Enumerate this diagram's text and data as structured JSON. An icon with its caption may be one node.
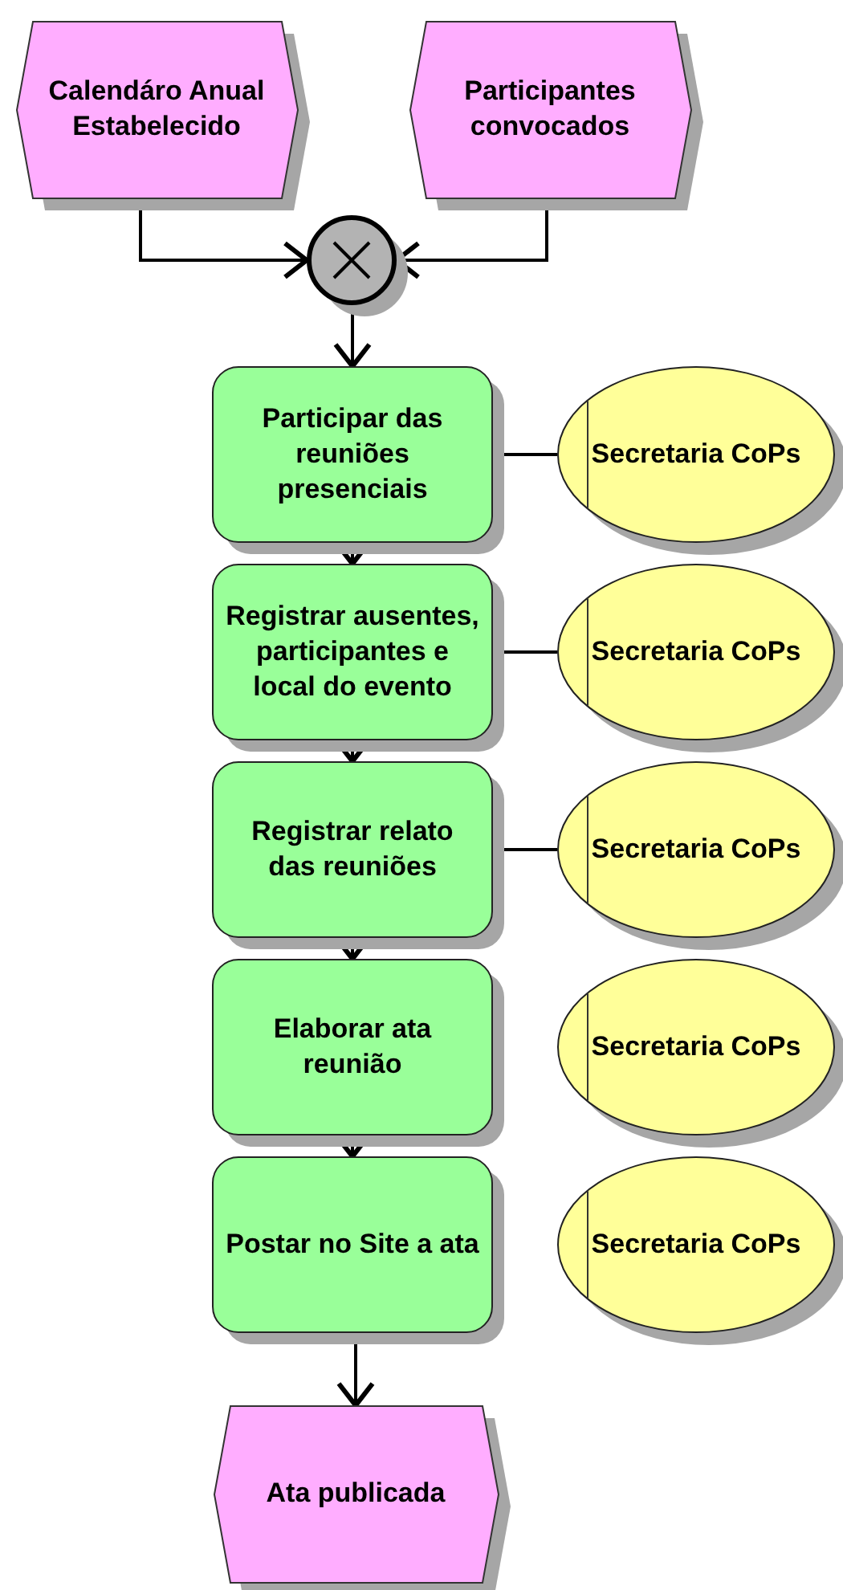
{
  "diagram": {
    "nodes": [
      {
        "text": [
          "Calendáro Anual Estabelecido"
        ]
      },
      {
        "text": [
          "Participantes convocados"
        ]
      },
      {
        "text": [],
        "shape": "circle"
      },
      {
        "text": [
          "Participar das reuniões presenciais"
        ]
      },
      {
        "text": [
          "Secretaria CoPs"
        ]
      },
      {
        "text": [
          "Registrar ausentes, participantes e local do evento"
        ]
      },
      {
        "text": [
          "Secretaria CoPs"
        ]
      },
      {
        "text": [
          "Registrar relato das reuniões"
        ]
      },
      {
        "text": [
          "Secretaria CoPs"
        ]
      },
      {
        "text": [
          "Elaborar ata reunião"
        ]
      },
      {
        "text": [
          "Secretaria CoPs"
        ]
      },
      {
        "text": [
          "Postar no Site a ata"
        ]
      },
      {
        "text": [
          "Secretaria CoPs"
        ]
      },
      {
        "text": [
          "Ata publicada"
        ]
      }
    ],
    "edges": [
      {
        "from": 0,
        "to": 2,
        "arrow": "to"
      },
      {
        "from": 1,
        "to": 2,
        "arrow": "to"
      },
      {
        "from": 2,
        "to": 3,
        "arrow": "to"
      },
      {
        "from": 3,
        "to": 4,
        "arrow": "none"
      },
      {
        "from": 3,
        "to": 5,
        "arrow": "to"
      },
      {
        "from": 5,
        "to": 6,
        "arrow": "none"
      },
      {
        "from": 5,
        "to": 7,
        "arrow": "to"
      },
      {
        "from": 7,
        "to": 8,
        "arrow": "none"
      },
      {
        "from": 7,
        "to": 9,
        "arrow": "to"
      },
      {
        "from": 9,
        "to": 11,
        "arrow": "to"
      },
      {
        "from": 11,
        "to": 13,
        "arrow": "to"
      }
    ]
  }
}
